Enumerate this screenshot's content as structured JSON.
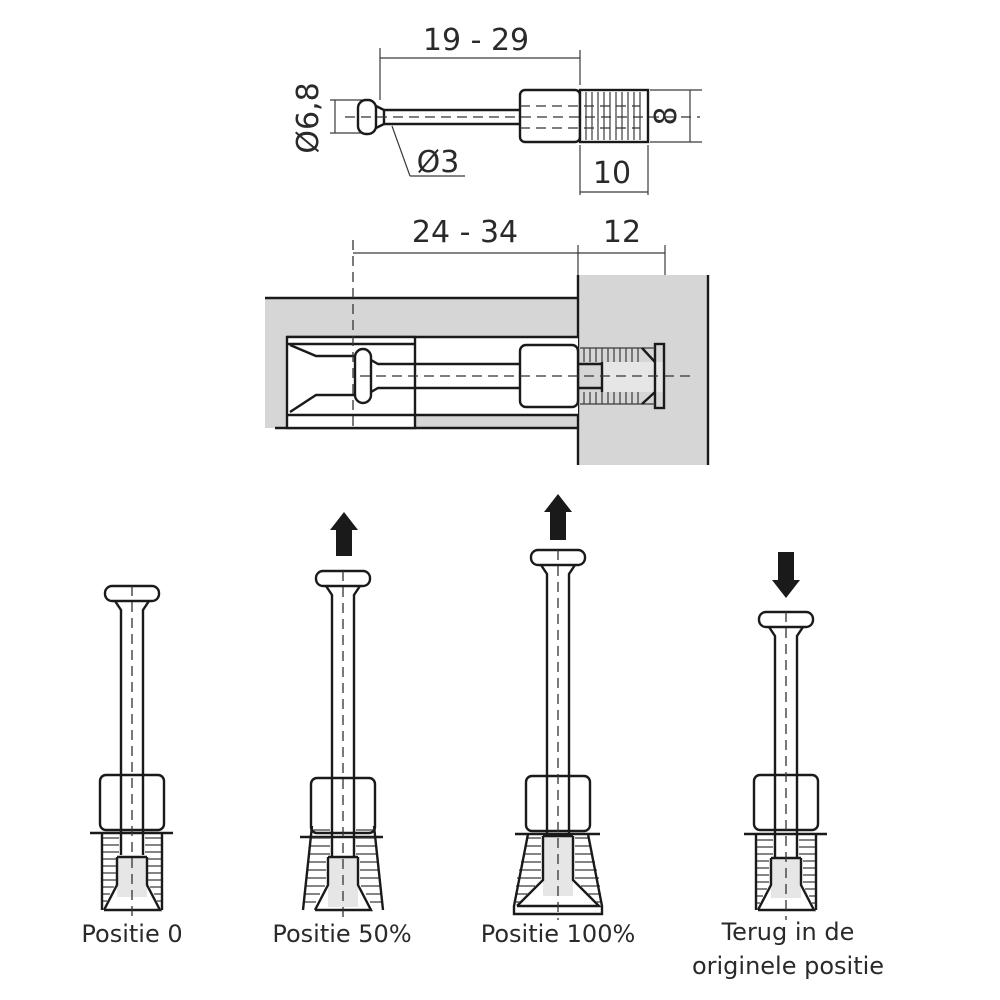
{
  "top_view": {
    "length_dim": "19 - 29",
    "head_diameter": "Ø6,8",
    "shaft_diameter": "Ø3",
    "sleeve_diameter": "8",
    "thread_length": "10"
  },
  "assembly_view": {
    "length_dim": "24 - 34",
    "depth_dim": "12"
  },
  "positions": [
    {
      "label": "Positie 0",
      "arrow": "none"
    },
    {
      "label": "Positie 50%",
      "arrow": "up"
    },
    {
      "label": "Positie 100%",
      "arrow": "up"
    },
    {
      "label_line1": "Terug in de",
      "label_line2": "originele positie",
      "arrow": "down"
    }
  ],
  "colors": {
    "line": "#1a1a1a",
    "wood_fill": "#d6d6d6",
    "insert_fill": "#e6e6e6",
    "background": "#ffffff"
  }
}
